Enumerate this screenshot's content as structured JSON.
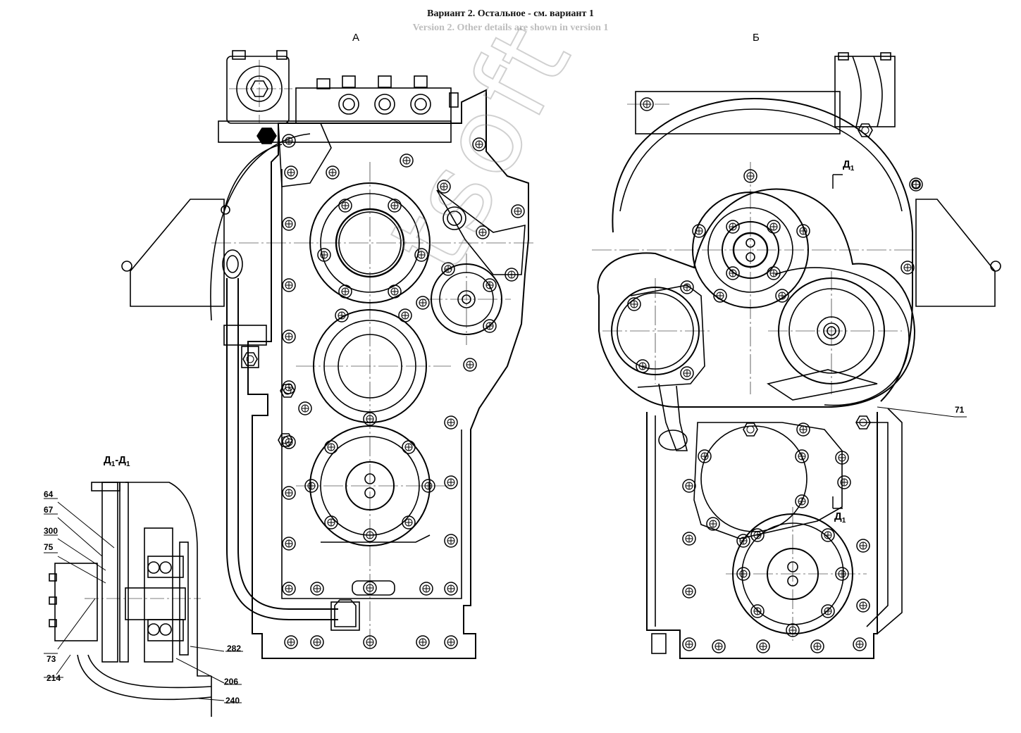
{
  "header": {
    "title_ru": "Вариант 2. Остальное - см. вариант 1",
    "title_en": "Version 2. Other details are shown in version 1"
  },
  "views": {
    "view_a_label": "А",
    "view_b_label": "Б"
  },
  "section": {
    "label": "Д",
    "label_sub": "1",
    "title": "Д",
    "title_sub1": "1",
    "title_dash": "-Д",
    "title_sub2": "1"
  },
  "callouts": {
    "c64": "64",
    "c67": "67",
    "c300": "300",
    "c75": "75",
    "c73": "73",
    "c214": "214",
    "c282": "282",
    "c206": "206",
    "c240": "240",
    "c71": "71"
  },
  "watermark": "tsoft",
  "colors": {
    "line": "#000000",
    "background": "#ffffff"
  }
}
